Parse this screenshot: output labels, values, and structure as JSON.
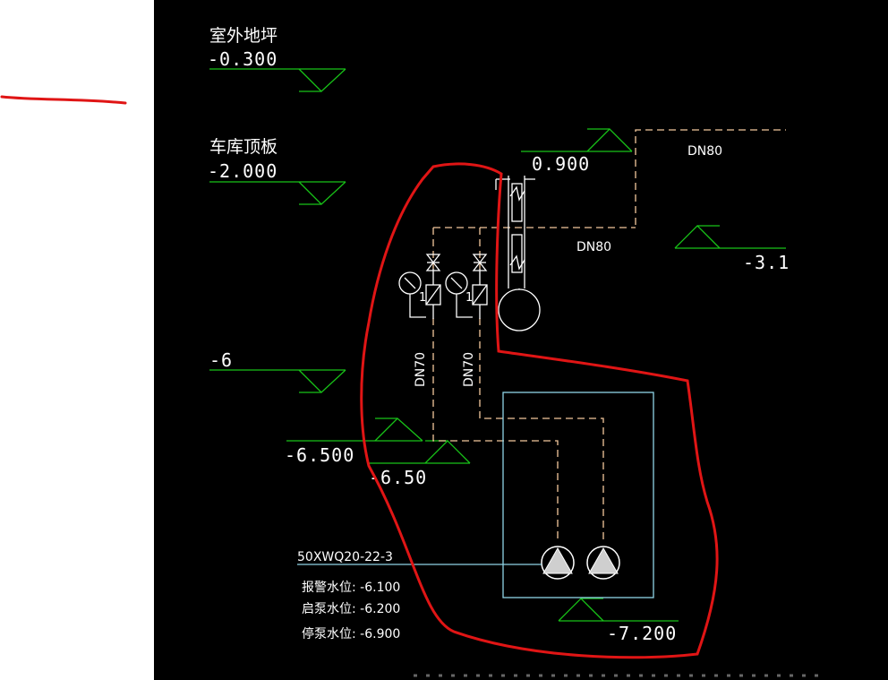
{
  "colors": {
    "background": "#000000",
    "page": "#ffffff",
    "elevation_line": "#18c318",
    "pipe_dashed": "#f4c89c",
    "pit_outline": "#8fd4e6",
    "markup_red": "#e01515",
    "text": "#ffffff"
  },
  "labels": {
    "outdoor_ground": "室外地坪",
    "outdoor_ground_elev": "-0.300",
    "garage_roof": "车库顶板",
    "garage_roof_elev": "-2.000",
    "elev_minus6": "-6",
    "elev_0900": "0.900",
    "elev_31": "-3.1",
    "elev_6500": "-6.500",
    "elev_650": "-6.50",
    "elev_7200": "-7.200",
    "pipe_dn80_top": "DN80",
    "pipe_dn80_mid": "DN80",
    "pipe_dn70_a": "DN70",
    "pipe_dn70_b": "DN70",
    "pump_model": "50XWQ20-22-3",
    "alarm_level": "报警水位: -6.100",
    "start_level": "启泵水位: -6.200",
    "stop_level": "停泵水位: -6.900"
  },
  "icons": [
    "pressure-gauge-icon",
    "valve-icon",
    "check-valve-icon",
    "pump-icon",
    "elevation-marker-icon"
  ]
}
